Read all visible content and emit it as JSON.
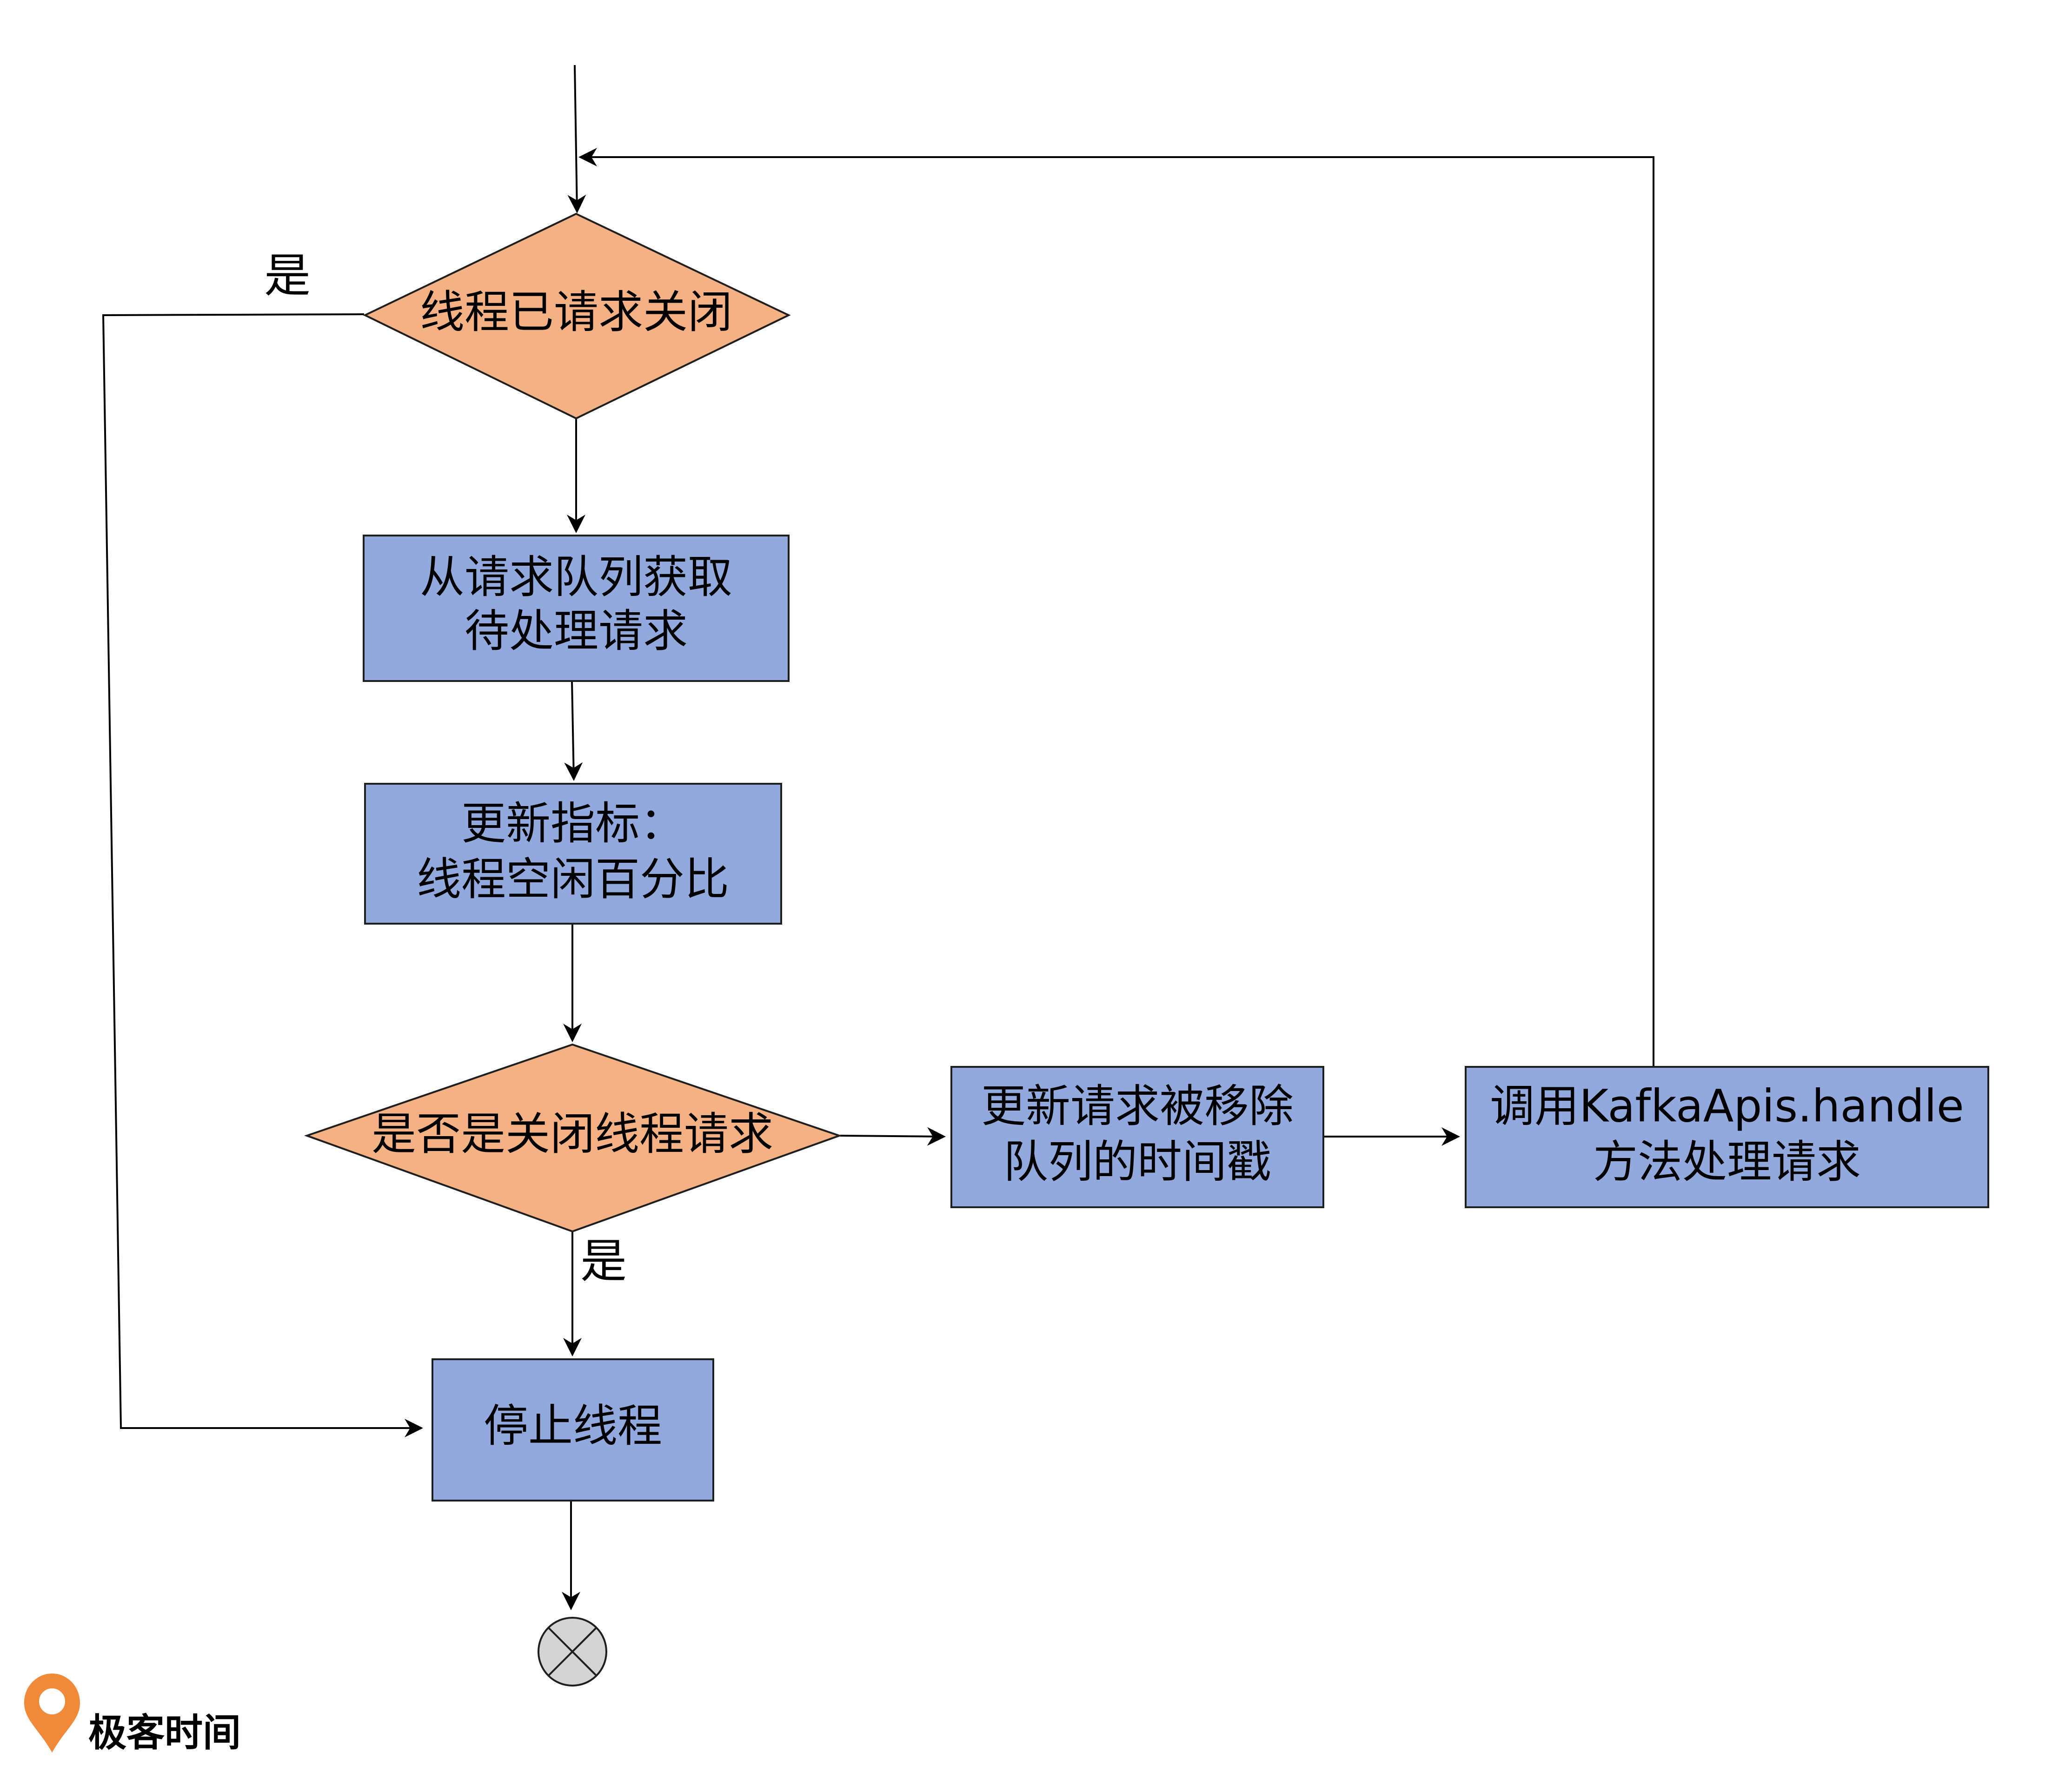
{
  "colors": {
    "process_fill": "#91a9dd",
    "decision_fill": "#f4b183",
    "stroke": "#1f1f1f",
    "terminal_fill": "#d4d4d4",
    "logo_orange": "#f08a3a",
    "logo_text": "#555555"
  },
  "nodes": {
    "check_shutdown": {
      "line1": "线程已请求关闭"
    },
    "fetch_request": {
      "line1": "从请求队列获取",
      "line2": "待处理请求"
    },
    "update_metric": {
      "line1": "更新指标：",
      "line2": "线程空闲百分比"
    },
    "is_shutdown_request": {
      "line1": "是否是关闭线程请求"
    },
    "update_timestamp": {
      "line1": "更新请求被移除",
      "line2": "队列的时间戳"
    },
    "call_handle": {
      "line1": "调用KafkaApis.handle",
      "line2": "方法处理请求"
    },
    "stop_thread": {
      "line1": "停止线程"
    }
  },
  "edges": {
    "yes_label_top": "是",
    "yes_label_bottom": "是"
  },
  "watermark": {
    "text": "极客时间",
    "icon": "geektime-logo-icon"
  }
}
